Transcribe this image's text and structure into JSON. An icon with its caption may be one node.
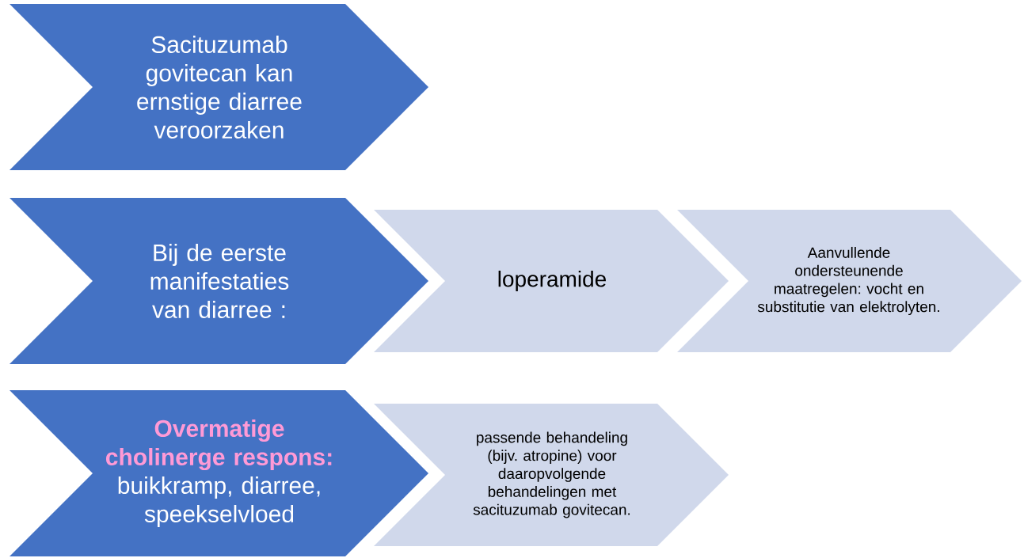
{
  "diagram": {
    "nodes": [
      {
        "text": [
          "Sacituzumab govitecan kan ernstige diarree veroorzaken"
        ]
      },
      {
        "text": [
          "Bij de eerste manifestaties van diarree :"
        ]
      },
      {
        "text": [
          "loperamide"
        ]
      },
      {
        "text": [
          "Aanvullende ondersteunende maatregelen: vocht en substitutie van elektrolyten."
        ]
      },
      {
        "text": [
          "Overmatige cholinerge respons:",
          "buikkramp, diarree, speekselvloed"
        ]
      },
      {
        "text": [
          "passende behandeling (bijv. atropine) voor daaropvolgende behandelingen met sacituzumab govitecan."
        ]
      }
    ]
  }
}
